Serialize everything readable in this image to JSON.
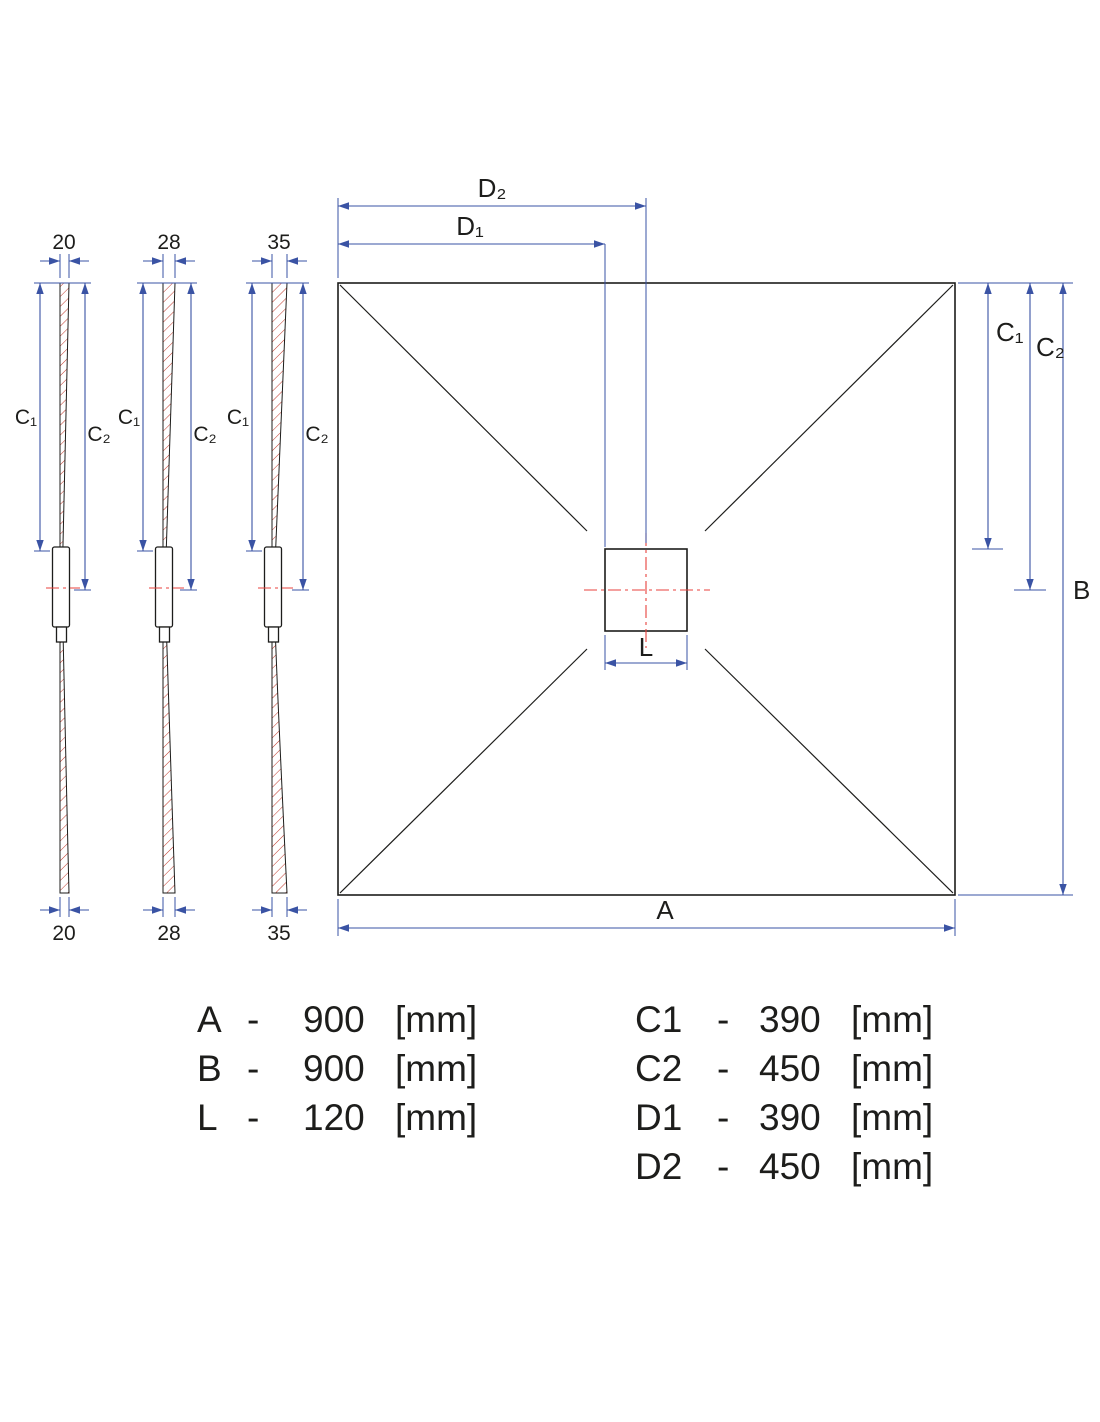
{
  "drawing": {
    "colors": {
      "dimension_line": "#3a53a4",
      "outline": "#1d1d1b",
      "hatch": "#c0392b",
      "centerline": "#e8423c"
    },
    "plan": {
      "d2_label": "D₂",
      "d1_label": "D₁",
      "c1_label": "C₁",
      "c2_label": "C₂",
      "b_label": "B",
      "a_label": "A",
      "l_label": "L"
    },
    "profiles": [
      {
        "top_thickness": "20",
        "bottom_thickness": "20",
        "c1_label": "C₁",
        "c2_label": "C₂"
      },
      {
        "top_thickness": "28",
        "bottom_thickness": "28",
        "c1_label": "C₁",
        "c2_label": "C₂"
      },
      {
        "top_thickness": "35",
        "bottom_thickness": "35",
        "c1_label": "C₁",
        "c2_label": "C₂"
      }
    ]
  },
  "spec_table": {
    "left_rows": [
      {
        "param": "A",
        "sep": "-",
        "value": "900",
        "unit": "[mm]"
      },
      {
        "param": "B",
        "sep": "-",
        "value": "900",
        "unit": "[mm]"
      },
      {
        "param": "L",
        "sep": "-",
        "value": "120",
        "unit": "[mm]"
      }
    ],
    "right_rows": [
      {
        "param": "C1",
        "sep": "-",
        "value": "390",
        "unit": "[mm]"
      },
      {
        "param": "C2",
        "sep": "-",
        "value": "450",
        "unit": "[mm]"
      },
      {
        "param": "D1",
        "sep": "-",
        "value": "390",
        "unit": "[mm]"
      },
      {
        "param": "D2",
        "sep": "-",
        "value": "450",
        "unit": "[mm]"
      }
    ]
  }
}
